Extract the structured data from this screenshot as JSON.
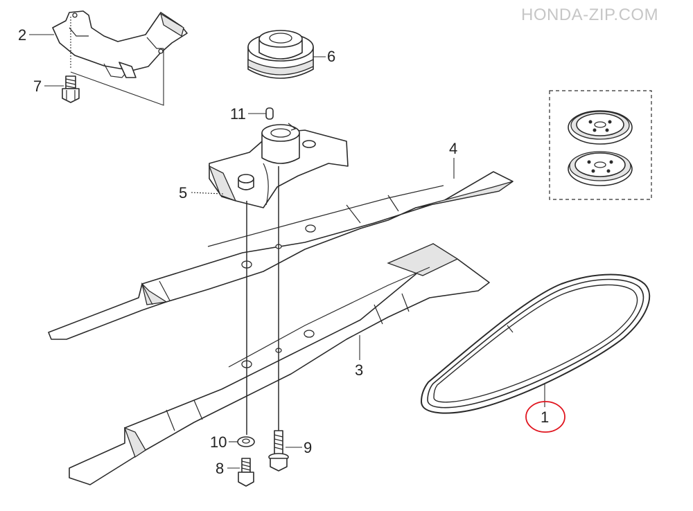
{
  "watermark": "HONDA-ZIP.COM",
  "callouts": {
    "c1": "1",
    "c2": "2",
    "c3": "3",
    "c4": "4",
    "c5": "5",
    "c6": "6",
    "c7": "7",
    "c8": "8",
    "c9": "9",
    "c10": "10",
    "c11": "11"
  },
  "highlight_color": "#e0141e"
}
